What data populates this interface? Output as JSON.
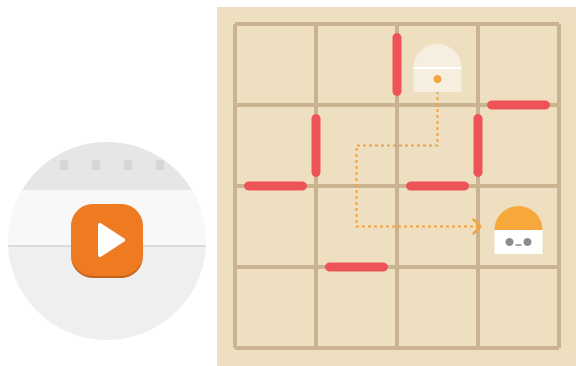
{
  "run_button": {
    "icon": "play-icon",
    "color": "#ee7a22"
  },
  "board": {
    "rows": 4,
    "cols": 4,
    "background_color": "#efdfc1",
    "grid_color": "#c9b391",
    "wall_color": "#ee5358",
    "path_color": "#f3a33f",
    "walls": [
      {
        "orientation": "vertical",
        "col": 2,
        "row": 0
      },
      {
        "orientation": "horizontal",
        "col": 3,
        "row": 1
      },
      {
        "orientation": "vertical",
        "col": 1,
        "row": 1
      },
      {
        "orientation": "vertical",
        "col": 3,
        "row": 1
      },
      {
        "orientation": "horizontal",
        "col": 0,
        "row": 2
      },
      {
        "orientation": "horizontal",
        "col": 2,
        "row": 2
      },
      {
        "orientation": "horizontal",
        "col": 1,
        "row": 3
      }
    ],
    "start_robot": {
      "col": 2,
      "row": 0,
      "icon": "robot-outline-icon",
      "color": "#f6efe0"
    },
    "goal_robot": {
      "col": 3,
      "row": 2,
      "icon": "robot-icon",
      "color": "#f7a83c"
    },
    "path_cells": [
      {
        "col": 2,
        "row": 0
      },
      {
        "col": 2,
        "row": 1
      },
      {
        "col": 1,
        "row": 1
      },
      {
        "col": 1,
        "row": 2
      },
      {
        "col": 3,
        "row": 2
      }
    ]
  }
}
